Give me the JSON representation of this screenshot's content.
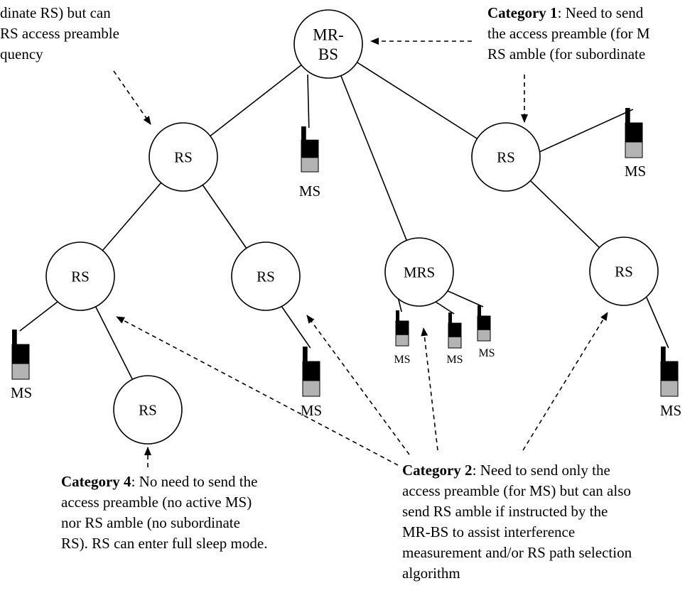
{
  "captions": {
    "cat3_partial": [
      "dinate RS) but can",
      "RS access preamble",
      "quency"
    ],
    "cat1": {
      "title": "Category 1",
      "lines": [
        ": Need to send",
        "the access preamble (for M",
        "RS amble (for subordinate"
      ]
    },
    "cat2": {
      "title": "Category 2",
      "lines": [
        ": Need to send only the",
        "access preamble (for MS) but can also",
        "send RS amble if instructed by the",
        "MR-BS to assist interference",
        "measurement and/or RS path selection",
        "algorithm"
      ]
    },
    "cat4": {
      "title": "Category 4",
      "lines": [
        ": No need to send the",
        "access preamble (no active MS)",
        "nor RS amble (no subordinate",
        "RS). RS can enter full sleep mode."
      ]
    }
  },
  "nodes": [
    {
      "id": "mrbs",
      "lines": [
        "MR-",
        "BS"
      ]
    },
    {
      "id": "rs_left",
      "lines": [
        "RS"
      ]
    },
    {
      "id": "rs_right",
      "lines": [
        "RS"
      ]
    },
    {
      "id": "rs_ll",
      "lines": [
        "RS"
      ]
    },
    {
      "id": "rs_lr",
      "lines": [
        "RS"
      ]
    },
    {
      "id": "mrs",
      "lines": [
        "MRS"
      ]
    },
    {
      "id": "rs_rr",
      "lines": [
        "RS"
      ]
    },
    {
      "id": "rs_bottom",
      "lines": [
        "RS"
      ]
    }
  ],
  "ms_label": "MS",
  "colors": {
    "line": "#000000",
    "phone_top": "#000000",
    "phone_bottom": "#b3b3b3"
  }
}
